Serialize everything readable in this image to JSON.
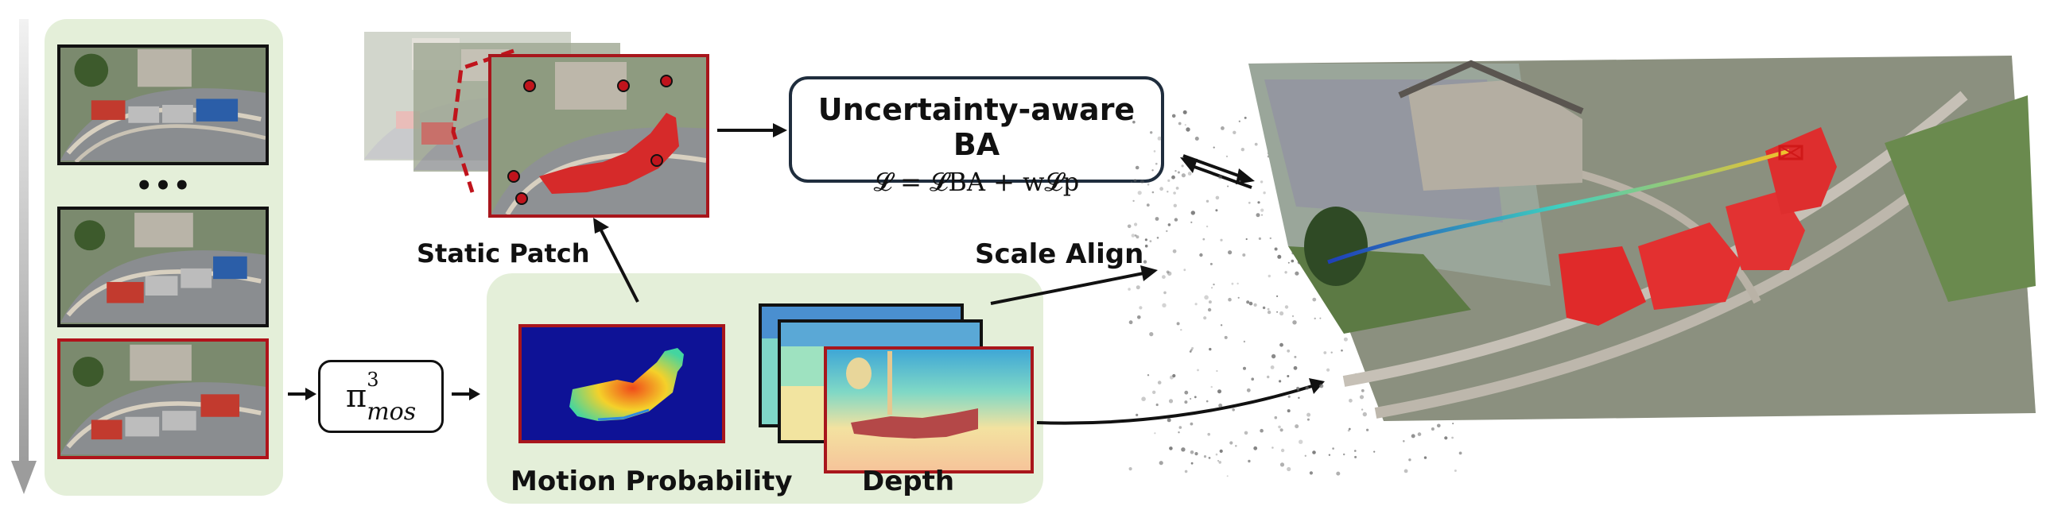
{
  "labels": {
    "ellipsis": "•••",
    "pi_base": "π",
    "pi_sup": "3",
    "pi_sub": "mos",
    "static_patch": "Static Patch",
    "motion_probability": "Motion Probability",
    "depth": "Depth",
    "scale_align": "Scale Align",
    "ba_title": "Uncertainty-aware BA",
    "ba_formula": "𝓛 = 𝓛BA + w𝓛p"
  },
  "colors": {
    "panel_green": "#e4efd9",
    "frame_border": "#111111",
    "highlight_red": "#a8161c",
    "box_border": "#1f2d3d"
  },
  "icons": {
    "time_arrow": "down-arrow-icon",
    "flow_arrows": "right-arrow-icon",
    "bidirectional": "bidirectional-arrow-icon"
  }
}
